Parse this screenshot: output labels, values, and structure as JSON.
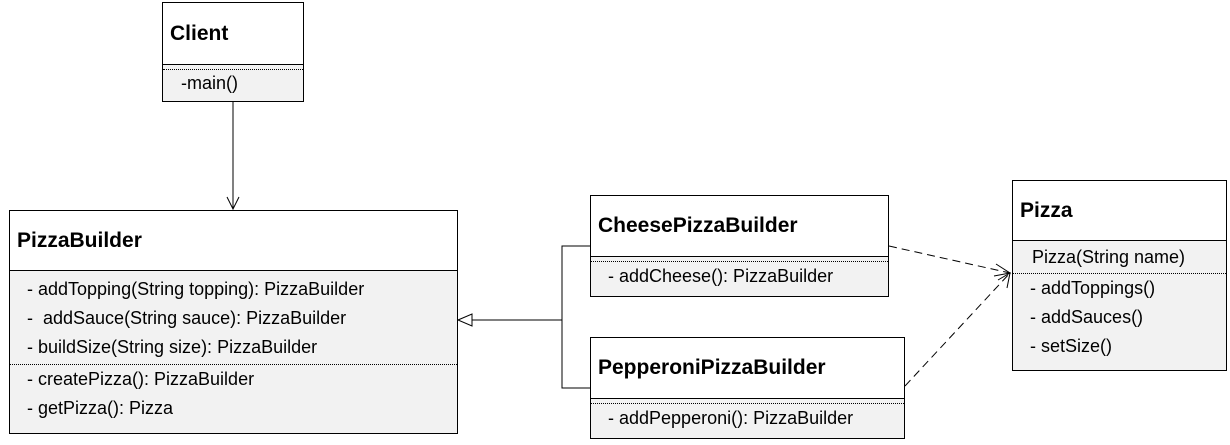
{
  "client": {
    "name": "Client",
    "operations": [
      "-main()"
    ]
  },
  "pizza_builder": {
    "name": "PizzaBuilder",
    "section1": [
      "- addTopping(String topping): PizzaBuilder",
      "-  addSauce(String sauce): PizzaBuilder",
      "- buildSize(String size): PizzaBuilder"
    ],
    "section2": [
      "- createPizza(): PizzaBuilder",
      "- getPizza(): Pizza"
    ]
  },
  "cheese_builder": {
    "name": "CheesePizzaBuilder",
    "operations": [
      "- addCheese(): PizzaBuilder"
    ]
  },
  "pepperoni_builder": {
    "name": "PepperoniPizzaBuilder",
    "operations": [
      "- addPepperoni(): PizzaBuilder"
    ]
  },
  "pizza": {
    "name": "Pizza",
    "constructor": "Pizza(String name)",
    "operations": [
      "- addToppings()",
      "- addSauces()",
      "- setSize()"
    ]
  }
}
